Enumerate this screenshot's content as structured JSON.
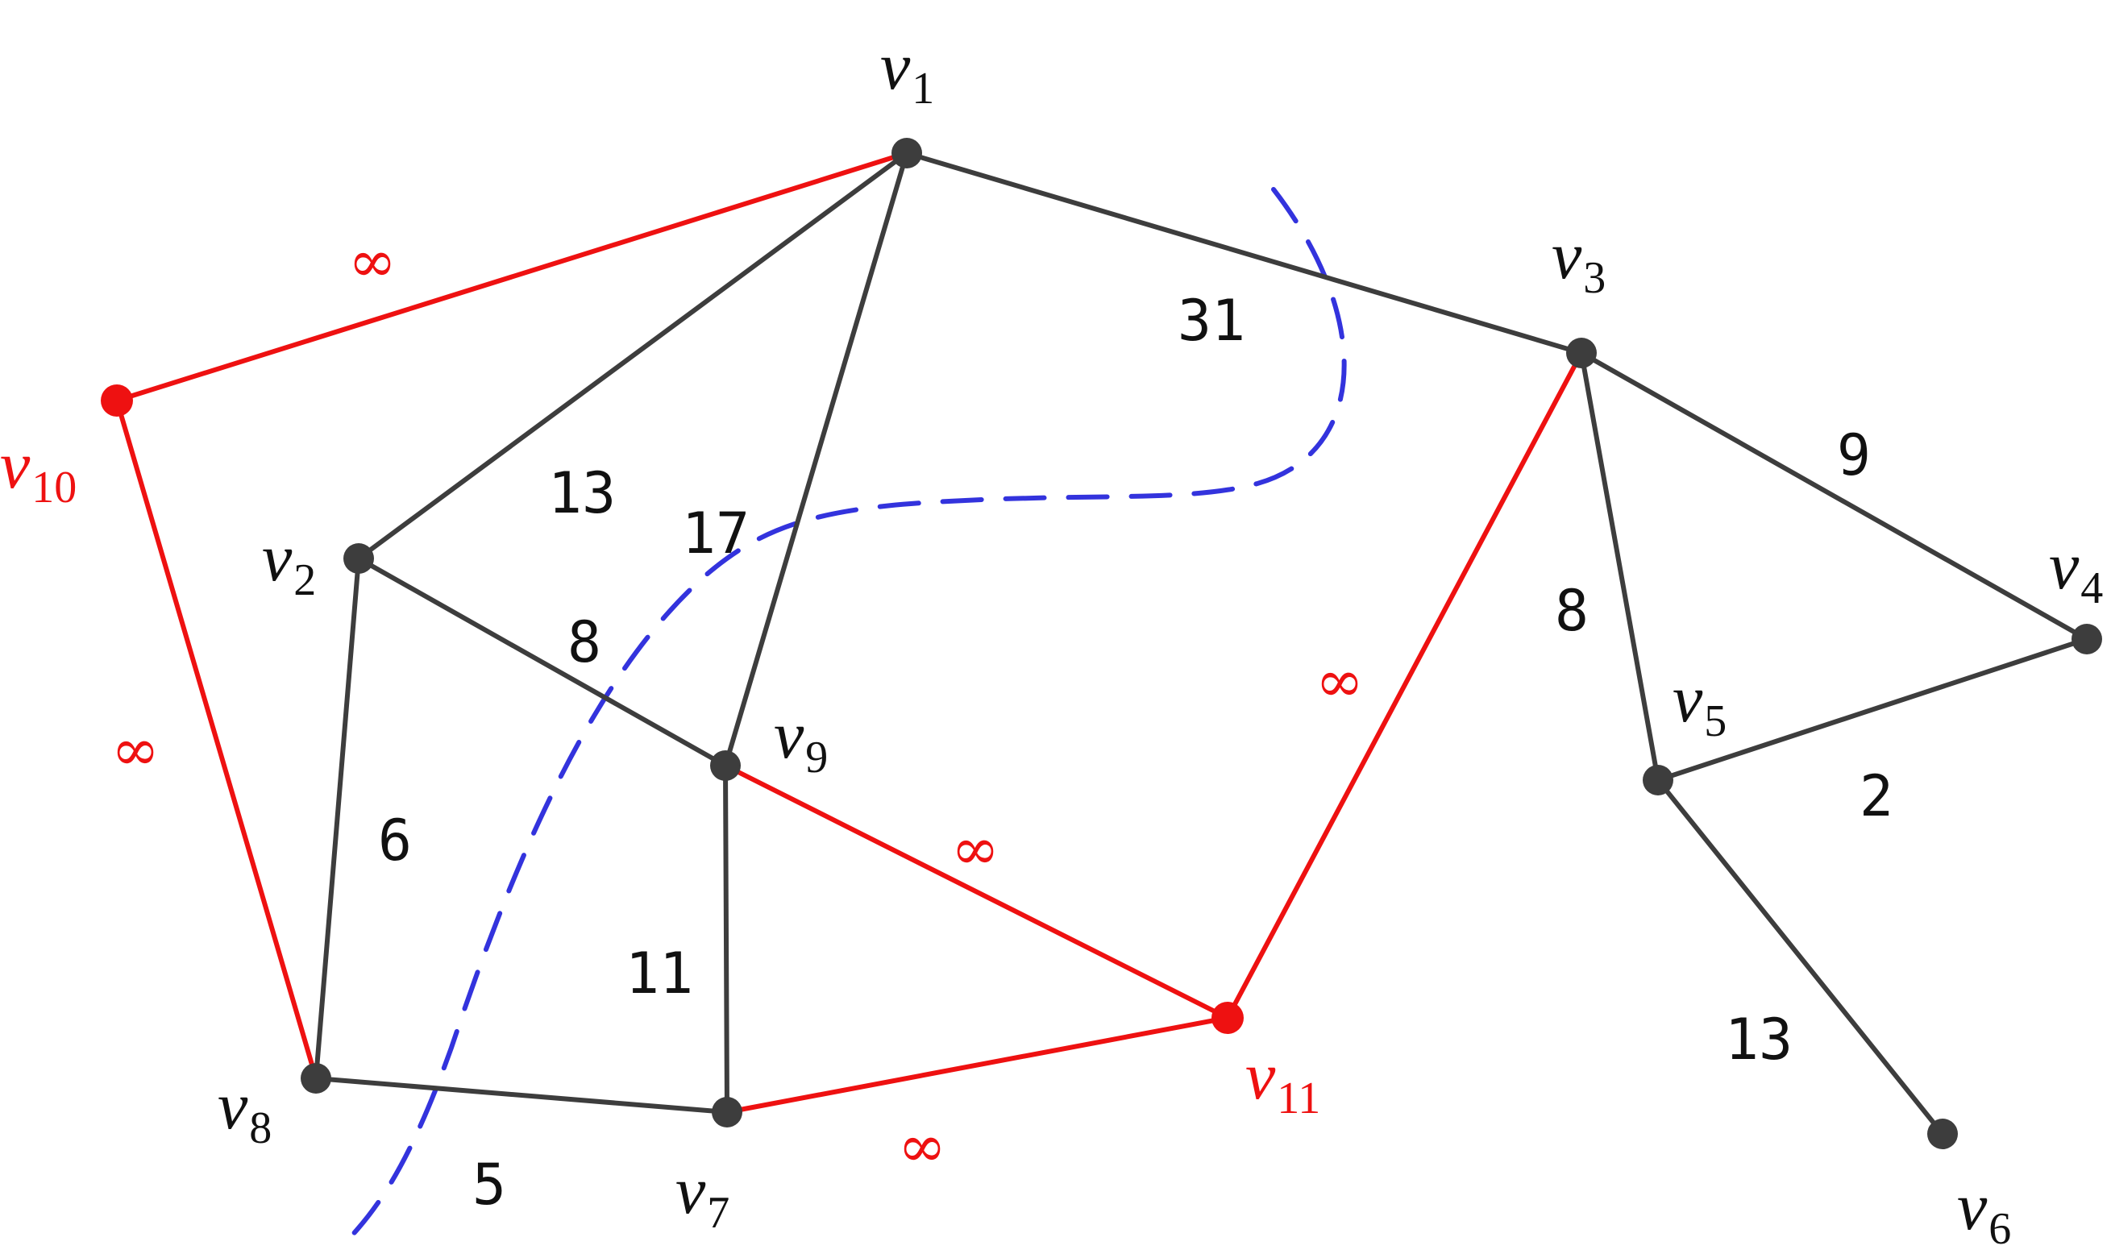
{
  "colors": {
    "normal_edge": "#3d3d3d",
    "special_edge": "#ee1111",
    "normal_node": "#3d3d3d",
    "special_node": "#ee1111",
    "cut_line": "#3333dd",
    "weight_text": "#111111"
  },
  "nodes": [
    {
      "id": "v1",
      "base": "v",
      "sub": "1",
      "special": false
    },
    {
      "id": "v2",
      "base": "v",
      "sub": "2",
      "special": false
    },
    {
      "id": "v3",
      "base": "v",
      "sub": "3",
      "special": false
    },
    {
      "id": "v4",
      "base": "v",
      "sub": "4",
      "special": false
    },
    {
      "id": "v5",
      "base": "v",
      "sub": "5",
      "special": false
    },
    {
      "id": "v6",
      "base": "v",
      "sub": "6",
      "special": false
    },
    {
      "id": "v7",
      "base": "v",
      "sub": "7",
      "special": false
    },
    {
      "id": "v8",
      "base": "v",
      "sub": "8",
      "special": false
    },
    {
      "id": "v9",
      "base": "v",
      "sub": "9",
      "special": false
    },
    {
      "id": "v10",
      "base": "v",
      "sub": "10",
      "special": true
    },
    {
      "id": "v11",
      "base": "v",
      "sub": "11",
      "special": true
    }
  ],
  "edges": [
    {
      "from": "v1",
      "to": "v10",
      "weight": "∞",
      "special": true
    },
    {
      "from": "v1",
      "to": "v2",
      "weight": "13",
      "special": false
    },
    {
      "from": "v1",
      "to": "v9",
      "weight": "17",
      "special": false
    },
    {
      "from": "v1",
      "to": "v3",
      "weight": "31",
      "special": false
    },
    {
      "from": "v2",
      "to": "v9",
      "weight": "8",
      "special": false
    },
    {
      "from": "v2",
      "to": "v8",
      "weight": "6",
      "special": false
    },
    {
      "from": "v10",
      "to": "v8",
      "weight": "∞",
      "special": true
    },
    {
      "from": "v8",
      "to": "v7",
      "weight": "5",
      "special": false
    },
    {
      "from": "v9",
      "to": "v7",
      "weight": "11",
      "special": false
    },
    {
      "from": "v9",
      "to": "v11",
      "weight": "∞",
      "special": true
    },
    {
      "from": "v7",
      "to": "v11",
      "weight": "∞",
      "special": true
    },
    {
      "from": "v3",
      "to": "v11",
      "weight": "∞",
      "special": true
    },
    {
      "from": "v3",
      "to": "v4",
      "weight": "9",
      "special": false
    },
    {
      "from": "v3",
      "to": "v5",
      "weight": "8",
      "special": false
    },
    {
      "from": "v5",
      "to": "v4",
      "weight": "2",
      "special": false
    },
    {
      "from": "v5",
      "to": "v6",
      "weight": "13",
      "special": false
    }
  ]
}
